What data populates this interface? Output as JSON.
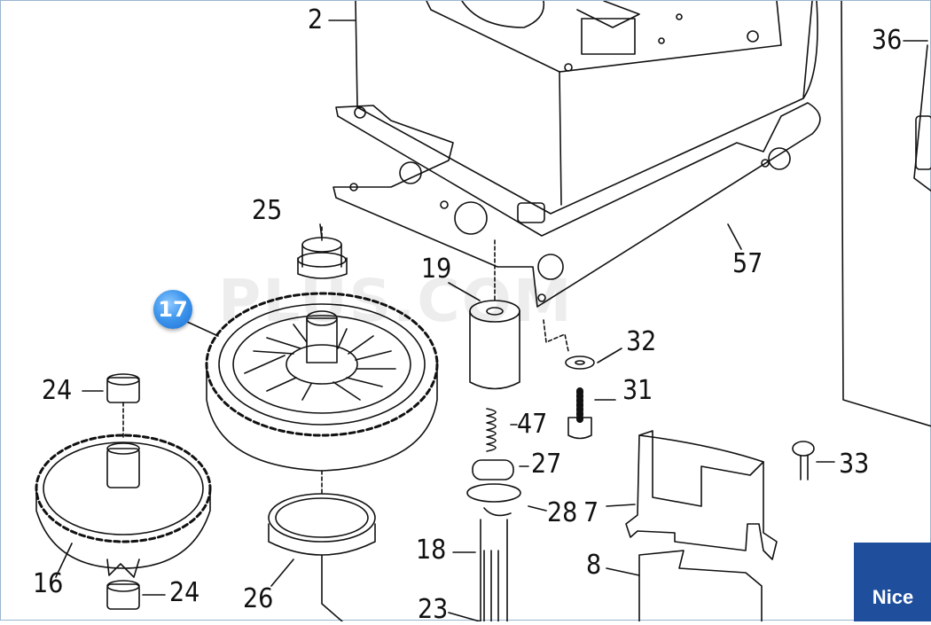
{
  "watermark": "PLUS.COM",
  "brand_logo": "Nice",
  "highlight_badge": "17",
  "part_labels": {
    "p2": "2",
    "p36": "36",
    "p25": "25",
    "p19": "19",
    "p57": "57",
    "p32": "32",
    "p31": "31",
    "p24a": "24",
    "p47": "47",
    "p27": "27",
    "p33": "33",
    "p28": "28",
    "p7": "7",
    "p18": "18",
    "p16": "16",
    "p24b": "24",
    "p26": "26",
    "p8": "8",
    "p23": "23"
  }
}
